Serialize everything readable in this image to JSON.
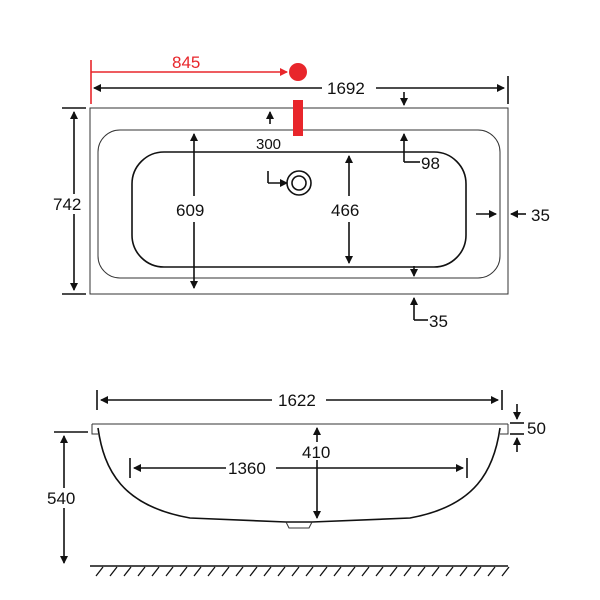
{
  "colors": {
    "line": "#111111",
    "accent": "#e8262b",
    "background": "#ffffff"
  },
  "top_view": {
    "faucet_offset": "845",
    "overall_length": "1692",
    "overall_width": "742",
    "drain_offset": "300",
    "inner_length_offset": "98",
    "inner_width_outer": "609",
    "inner_width_bottom": "466",
    "rim_side": "35",
    "rim_bottom": "35"
  },
  "side_view": {
    "top_length": "1622",
    "bottom_length": "1360",
    "depth": "410",
    "total_height": "540",
    "rim_thickness": "50"
  }
}
